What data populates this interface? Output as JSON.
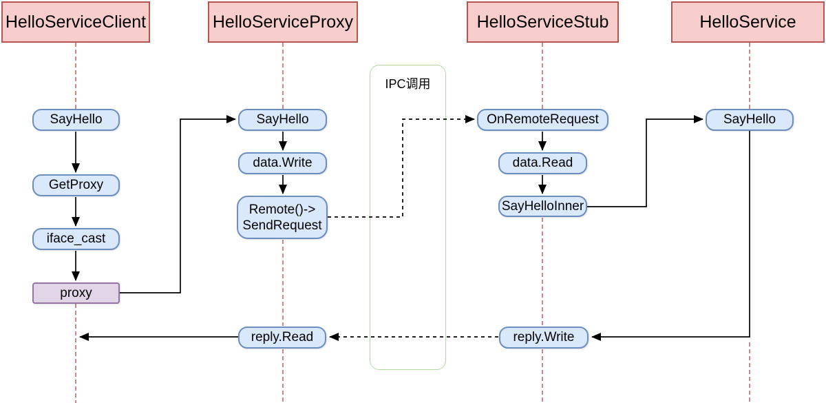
{
  "participants": [
    {
      "label": "HelloServiceClient"
    },
    {
      "label": "HelloServiceProxy"
    },
    {
      "label": "HelloServiceStub"
    },
    {
      "label": "HelloService"
    }
  ],
  "nodes": {
    "client_sayhello": {
      "label": "SayHello"
    },
    "client_getproxy": {
      "label": "GetProxy"
    },
    "client_iface_cast": {
      "label": "iface_cast"
    },
    "client_proxy": {
      "label": "proxy"
    },
    "proxy_sayhello": {
      "label": "SayHello"
    },
    "proxy_data_write": {
      "label": "data.Write"
    },
    "proxy_remote": {
      "line1": "Remote()->",
      "line2": "SendRequest"
    },
    "proxy_reply_read": {
      "label": "reply.Read"
    },
    "stub_onremoterequest": {
      "label": "OnRemoteRequest"
    },
    "stub_data_read": {
      "label": "data.Read"
    },
    "stub_sayhelloinner": {
      "label": "SayHelloInner"
    },
    "stub_reply_write": {
      "label": "reply.Write"
    },
    "service_sayhello": {
      "label": "SayHello"
    }
  },
  "ipc_group": {
    "label": "IPC调用"
  },
  "colors": {
    "participant_fill": "#f8cecc",
    "participant_stroke": "#b85450",
    "node_fill": "#dae8fc",
    "node_stroke": "#6c8ebf",
    "proxy_node_fill": "#e1d5e7",
    "proxy_node_stroke": "#9673a6",
    "ipc_group_stroke": "#aedb9c",
    "lifeline": "#b85450",
    "connector": "#000000"
  }
}
